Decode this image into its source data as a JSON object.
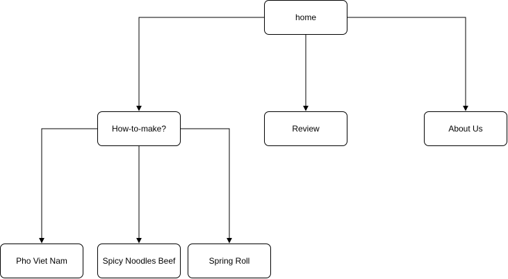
{
  "diagram": {
    "type": "site-map",
    "line_color": "#000000",
    "nodes": {
      "home": "home",
      "how_to_make": "How-to-make?",
      "review": "Review",
      "about_us": "About Us",
      "pho_viet_nam": "Pho Viet Nam",
      "spicy_noodles_beef": "Spicy Noodles Beef",
      "spring_roll": "Spring Roll"
    },
    "edges": [
      {
        "from": "home",
        "to": "how_to_make"
      },
      {
        "from": "home",
        "to": "review"
      },
      {
        "from": "home",
        "to": "about_us"
      },
      {
        "from": "how_to_make",
        "to": "pho_viet_nam"
      },
      {
        "from": "how_to_make",
        "to": "spicy_noodles_beef"
      },
      {
        "from": "how_to_make",
        "to": "spring_roll"
      }
    ]
  }
}
